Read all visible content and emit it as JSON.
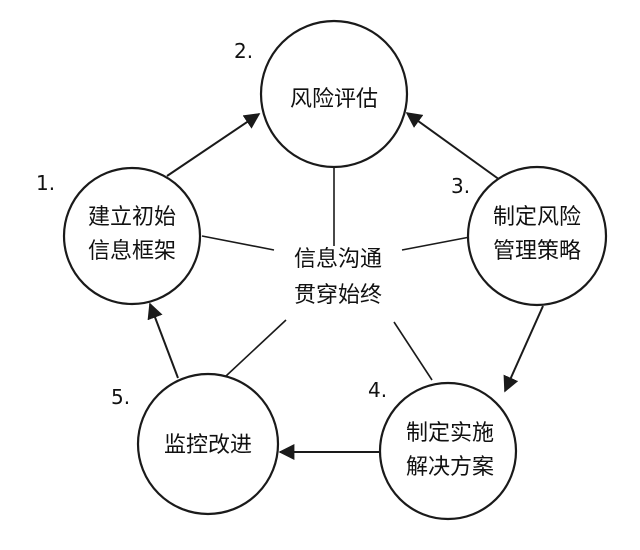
{
  "nodes": [
    {
      "number": "1.",
      "lines": [
        "建立初始",
        "信息框架"
      ]
    },
    {
      "number": "2.",
      "lines": [
        "风险评估"
      ]
    },
    {
      "number": "3.",
      "lines": [
        "制定风险",
        "管理策略"
      ]
    },
    {
      "number": "4.",
      "lines": [
        "制定实施",
        "解决方案"
      ]
    },
    {
      "number": "5.",
      "lines": [
        "监控改进"
      ]
    }
  ],
  "center": {
    "lines": [
      "信息沟通",
      "贯穿始终"
    ]
  }
}
